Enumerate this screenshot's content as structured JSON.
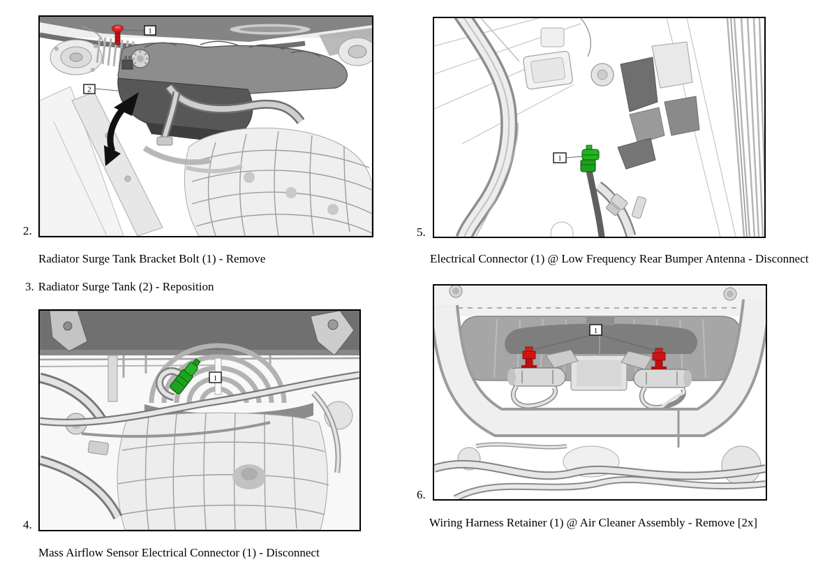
{
  "document": {
    "kind": "vehicle-service-procedure-page",
    "background": "#ffffff",
    "text_color": "#000000"
  },
  "colors": {
    "highlight_red": "#c41414",
    "highlight_green": "#1ea31e",
    "frame_border": "#000000",
    "line_art_gray": "#9a9a9a",
    "dark_gray_band": "#707070"
  },
  "steps": {
    "s2": {
      "number": "2.",
      "caption": "Radiator Surge Tank Bracket Bolt (1) - Remove",
      "callouts": [
        "1",
        "2"
      ]
    },
    "s3": {
      "number": "3.",
      "caption": "Radiator Surge Tank (2) - Reposition"
    },
    "s4": {
      "number": "4.",
      "caption": "Mass Airflow Sensor Electrical Connector (1) - Disconnect",
      "callouts": [
        "1"
      ]
    },
    "s5": {
      "number": "5.",
      "caption": "Electrical Connector (1) @ Low Frequency Rear Bumper Antenna - Disconnect",
      "callouts": [
        "1"
      ]
    },
    "s6": {
      "number": "6.",
      "caption": "Wiring Harness Retainer (1) @ Air Cleaner Assembly - Remove [2x]",
      "callouts": [
        "1"
      ]
    }
  }
}
